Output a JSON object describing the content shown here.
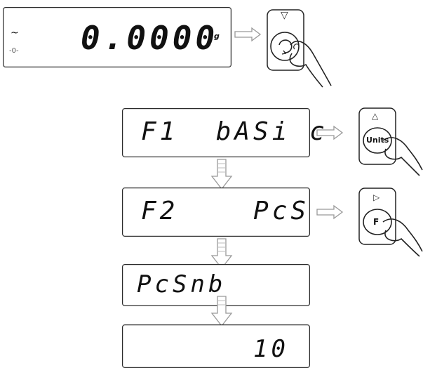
{
  "panels": [
    {
      "text": "0.0000",
      "unit": "g",
      "left_mark": "~",
      "left_mark2": "-0-"
    },
    {
      "text": "F1  bASi c"
    },
    {
      "text": "F2    PcS"
    },
    {
      "text": "PcSnb"
    },
    {
      "text": "10"
    }
  ],
  "keys": {
    "tare": {
      "symbol": "▽"
    },
    "units": {
      "label": "Units",
      "symbol": "△"
    },
    "f": {
      "label": "F",
      "symbol": "▷"
    }
  }
}
